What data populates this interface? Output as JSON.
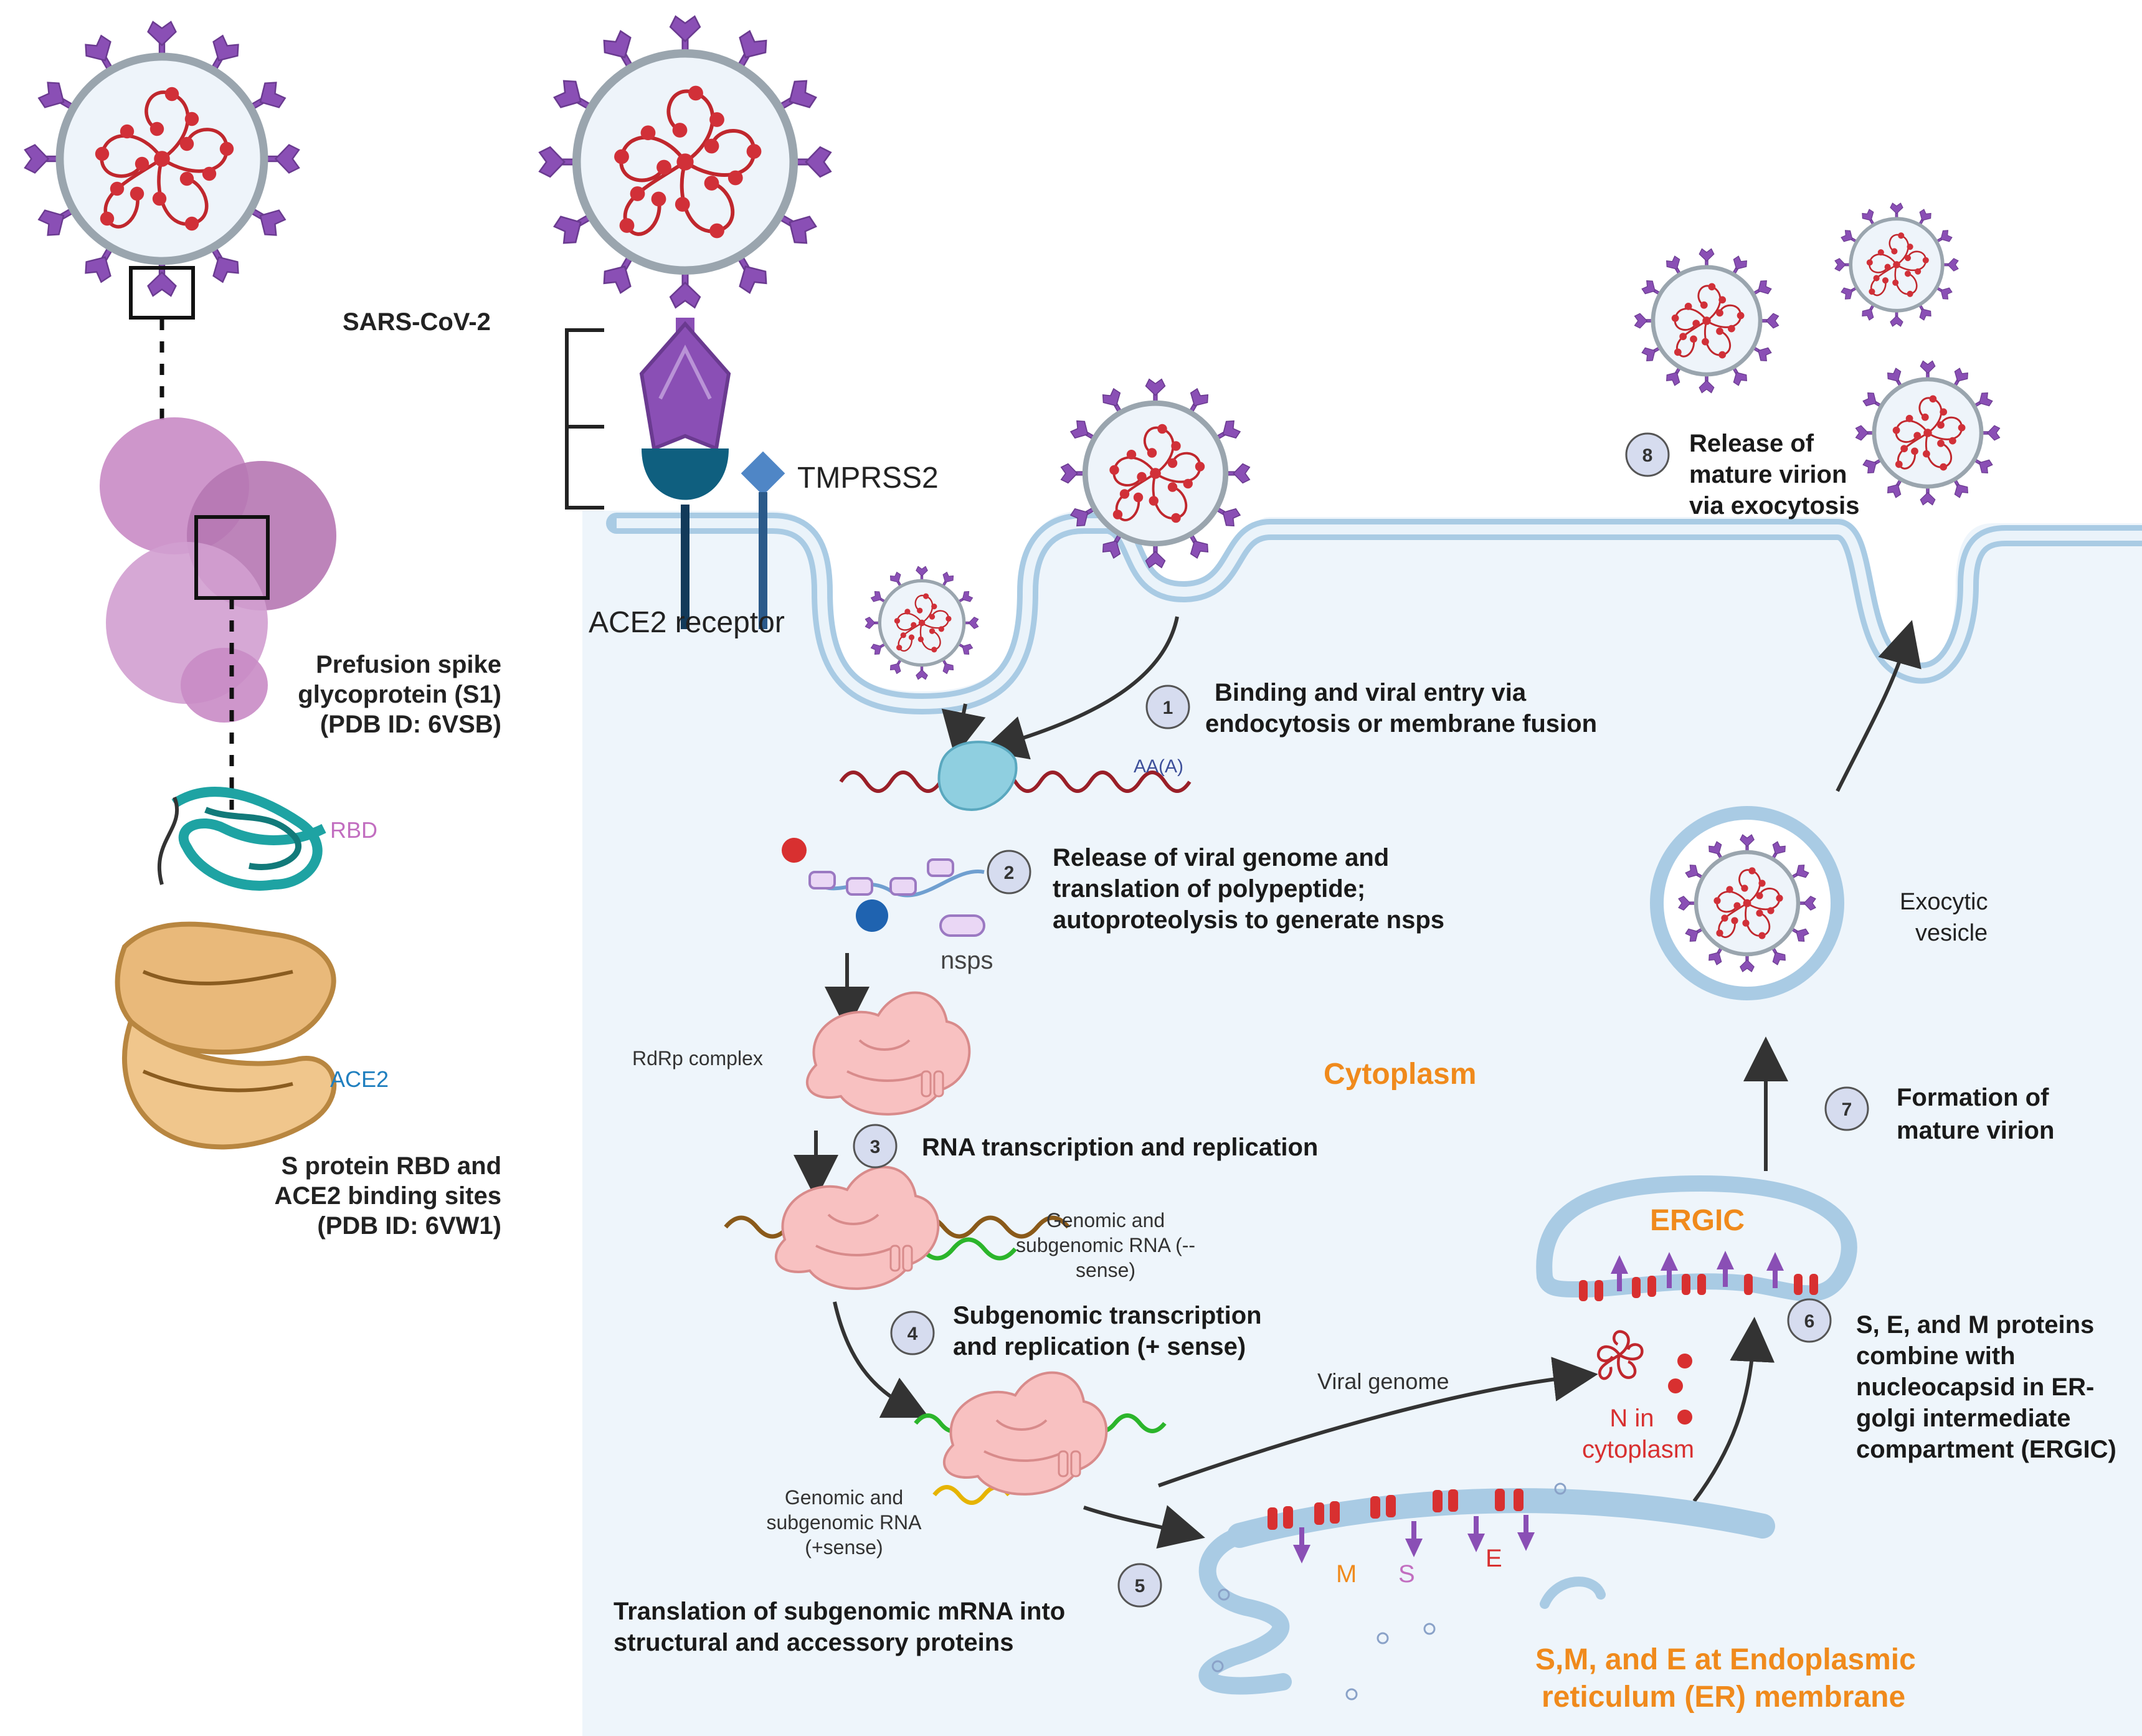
{
  "colors": {
    "spike": "#8a4fb5",
    "rna_red": "#c0272d",
    "membrane": "#a9cbe4",
    "cell_bg": "#eef5fb",
    "ribosome": "#f6b8b8",
    "accent_orange": "#f08a1c",
    "step_circle": "#d6dcef"
  },
  "left_panel": {
    "virus_label": "SARS-CoV-2",
    "spike_label": [
      "Prefusion spike",
      "glycoprotein (S1)",
      "(PDB ID: 6VSB)"
    ],
    "rbd_label": "RBD",
    "ace2_label": "ACE2",
    "binding_label": [
      "S protein RBD and",
      "ACE2 binding  sites",
      "(PDB ID: 6VW1)"
    ]
  },
  "receptors": {
    "tmprss2": "TMPRSS2",
    "ace2": "ACE2 receptor"
  },
  "regions": {
    "cytoplasm": "Cytoplasm",
    "ergic": "ERGIC",
    "er_membrane": [
      "S,M, and E at Endoplasmic",
      "reticulum (ER) membrane"
    ],
    "exocytic_vesicle": [
      "Exocytic",
      "vesicle"
    ]
  },
  "molecules": {
    "poly_a": "AA(A)",
    "nsps": "nsps",
    "rdrp": "RdRp complex",
    "neg_rna": [
      "Genomic and",
      "subgenomic RNA (--",
      "sense)"
    ],
    "pos_rna": [
      "Genomic and",
      "subgenomic RNA",
      "(+sense)"
    ],
    "viral_genome": "Viral genome",
    "n_cytoplasm": [
      "N in",
      "cytoplasm"
    ],
    "proteins": [
      "M",
      "S",
      "E"
    ]
  },
  "steps": [
    {
      "num": "1",
      "text": [
        "Binding and viral entry via",
        " endocytosis or membrane fusion"
      ]
    },
    {
      "num": "2",
      "text": [
        "Release of viral genome and",
        "translation of polypeptide;",
        "autoproteolysis to generate nsps"
      ]
    },
    {
      "num": "3",
      "text": [
        "RNA transcription and  replication"
      ]
    },
    {
      "num": "4",
      "text": [
        "Subgenomic transcription",
        "and replication (+ sense)"
      ]
    },
    {
      "num": "5",
      "text": [
        "Translation of subgenomic mRNA into",
        "structural and accessory proteins"
      ]
    },
    {
      "num": "6",
      "text": [
        "S, E, and M proteins",
        "combine with",
        "nucleocapsid in ER-",
        "golgi intermediate",
        "compartment (ERGIC)"
      ]
    },
    {
      "num": "7",
      "text": [
        "Formation of",
        "mature virion"
      ]
    },
    {
      "num": "8",
      "text": [
        "Release of",
        "mature virion",
        "via exocytosis"
      ]
    }
  ]
}
